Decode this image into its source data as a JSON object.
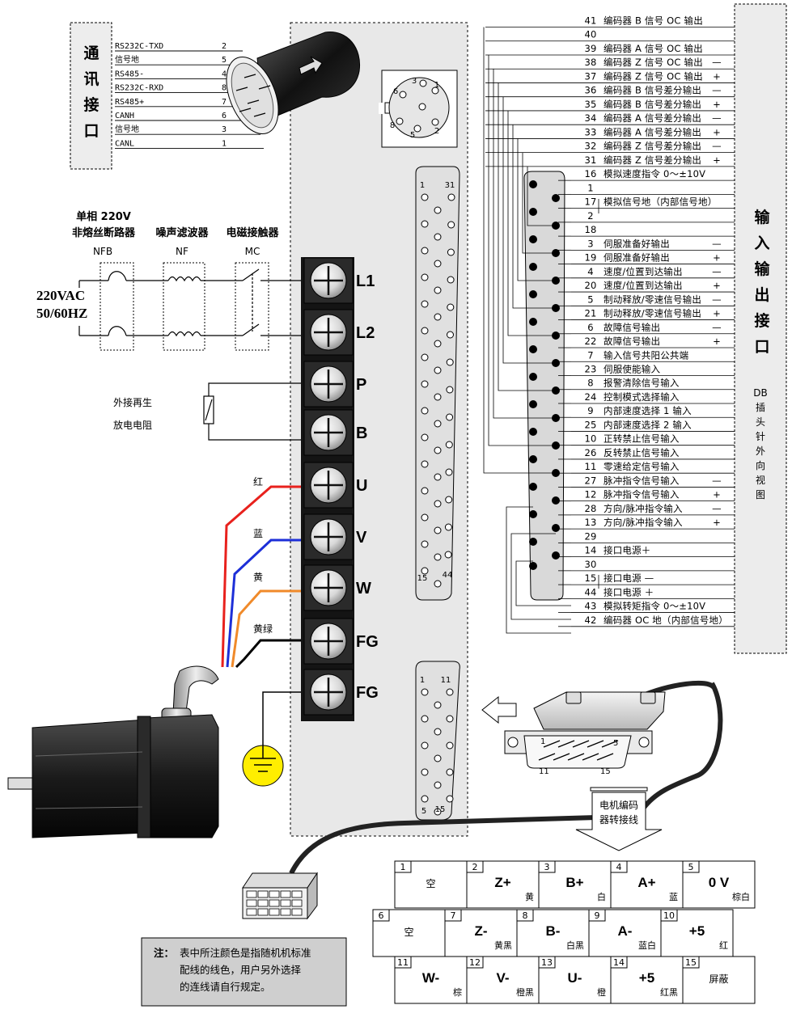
{
  "comm": {
    "title_chars": [
      "通",
      "讯",
      "接",
      "口"
    ],
    "rows": [
      {
        "name": "RS232C-TXD",
        "pin": "2"
      },
      {
        "name": "信号地",
        "pin": "5"
      },
      {
        "name": "RS485-",
        "pin": "4"
      },
      {
        "name": "RS232C-RXD",
        "pin": "8"
      },
      {
        "name": "RS485+",
        "pin": "7"
      },
      {
        "name": "CANH",
        "pin": "6"
      },
      {
        "name": "信号地",
        "pin": "3"
      },
      {
        "name": "CANL",
        "pin": "1"
      }
    ],
    "din_pins": [
      "3",
      "1",
      "6",
      "8",
      "5",
      "2"
    ]
  },
  "power": {
    "header1": "单相 220V",
    "header2a": "非熔丝断路器",
    "header2b": "噪声滤波器",
    "header2c": "电磁接触器",
    "nfb": "NFB",
    "nf": "NF",
    "mc": "MC",
    "vac1": "220VAC",
    "vac2": "50/60HZ",
    "resistor1": "外接再生",
    "resistor2": "放电电阻"
  },
  "terminals": [
    "L1",
    "L2",
    "P",
    "B",
    "U",
    "V",
    "W",
    "FG",
    "FG"
  ],
  "wires": {
    "red": "红",
    "blue": "蓝",
    "yellow": "黄",
    "yg": "黄绿",
    "c_red": "#e8211d",
    "c_blue": "#1d2fd8",
    "c_orange": "#f08a2a",
    "c_black": "#000000"
  },
  "db44": {
    "top_left": "1",
    "top_right": "31",
    "bot_left": "15",
    "bot_right": "44"
  },
  "db15": {
    "top_left": "1",
    "top_right": "11",
    "bot_left": "5",
    "bot_right": "15"
  },
  "plug": {
    "p1": "1",
    "p5": "5",
    "p11": "11",
    "p15": "15"
  },
  "io": {
    "title_chars": [
      "输",
      "入",
      "输",
      "出",
      "接",
      "口"
    ],
    "sub_chars": [
      "DB",
      "插",
      "头",
      "针",
      "外",
      "向",
      "视",
      "图"
    ],
    "rows": [
      {
        "pin": "41",
        "label": "编码器 B 信号 OC 输出",
        "sign": ""
      },
      {
        "pin": "40",
        "label": "",
        "sign": ""
      },
      {
        "pin": "39",
        "label": "编码器 A 信号 OC 输出",
        "sign": ""
      },
      {
        "pin": "38",
        "label": "编码器 Z 信号 OC 输出",
        "sign": "—"
      },
      {
        "pin": "37",
        "label": "编码器 Z 信号 OC 输出",
        "sign": "+"
      },
      {
        "pin": "36",
        "label": "编码器 B 信号差分输出",
        "sign": "—"
      },
      {
        "pin": "35",
        "label": "编码器 B 信号差分输出",
        "sign": "+"
      },
      {
        "pin": "34",
        "label": "编码器 A 信号差分输出",
        "sign": "—"
      },
      {
        "pin": "33",
        "label": "编码器 A 信号差分输出",
        "sign": "+"
      },
      {
        "pin": "32",
        "label": "编码器 Z 信号差分输出",
        "sign": "—"
      },
      {
        "pin": "31",
        "label": "编码器 Z 信号差分输出",
        "sign": "+"
      },
      {
        "pin": "16",
        "label": "模拟速度指令 0～±10V",
        "sign": ""
      },
      {
        "pin": "1",
        "label": "",
        "sign": ""
      },
      {
        "pin": "17",
        "label": "模拟信号地（内部信号地）",
        "sign": ""
      },
      {
        "pin": "2",
        "label": "",
        "sign": ""
      },
      {
        "pin": "18",
        "label": "",
        "sign": ""
      },
      {
        "pin": "3",
        "label": "伺服准备好输出",
        "sign": "—"
      },
      {
        "pin": "19",
        "label": "伺服准备好输出",
        "sign": "+"
      },
      {
        "pin": "4",
        "label": "速度/位置到达输出",
        "sign": "—"
      },
      {
        "pin": "20",
        "label": "速度/位置到达输出",
        "sign": "+"
      },
      {
        "pin": "5",
        "label": "制动释放/零速信号输出",
        "sign": "—"
      },
      {
        "pin": "21",
        "label": "制动释放/零速信号输出",
        "sign": "+"
      },
      {
        "pin": "6",
        "label": "故障信号输出",
        "sign": "—"
      },
      {
        "pin": "22",
        "label": "故障信号输出",
        "sign": "+"
      },
      {
        "pin": "7",
        "label": "输入信号共阳公共端",
        "sign": ""
      },
      {
        "pin": "23",
        "label": "伺服使能输入",
        "sign": ""
      },
      {
        "pin": "8",
        "label": "报警清除信号输入",
        "sign": ""
      },
      {
        "pin": "24",
        "label": "控制模式选择输入",
        "sign": ""
      },
      {
        "pin": "9",
        "label": "内部速度选择 1 输入",
        "sign": ""
      },
      {
        "pin": "25",
        "label": "内部速度选择 2 输入",
        "sign": ""
      },
      {
        "pin": "10",
        "label": "正转禁止信号输入",
        "sign": ""
      },
      {
        "pin": "26",
        "label": "反转禁止信号输入",
        "sign": ""
      },
      {
        "pin": "11",
        "label": "零速给定信号输入",
        "sign": ""
      },
      {
        "pin": "27",
        "label": "脉冲指令信号输入",
        "sign": "—"
      },
      {
        "pin": "12",
        "label": "脉冲指令信号输入",
        "sign": "+"
      },
      {
        "pin": "28",
        "label": "方向/脉冲指令输入",
        "sign": "—"
      },
      {
        "pin": "13",
        "label": "方向/脉冲指令输入",
        "sign": "+"
      },
      {
        "pin": "29",
        "label": "",
        "sign": ""
      },
      {
        "pin": "14",
        "label": "接口电源＋",
        "sign": ""
      },
      {
        "pin": "30",
        "label": "",
        "sign": ""
      },
      {
        "pin": "15",
        "label": "接口电源 —",
        "sign": ""
      },
      {
        "pin": "44",
        "label": "接口电源 ＋",
        "sign": ""
      },
      {
        "pin": "43",
        "label": "模拟转矩指令 0～±10V",
        "sign": ""
      },
      {
        "pin": "42",
        "label": "编码器 OC 地（内部信号地）",
        "sign": ""
      }
    ]
  },
  "encoder_label": [
    "电机编码",
    "器转接线"
  ],
  "enc_table": {
    "rows": [
      [
        {
          "n": "1",
          "s": "空",
          "c": ""
        },
        {
          "n": "2",
          "s": "Z+",
          "c": "黄"
        },
        {
          "n": "3",
          "s": "B+",
          "c": "白"
        },
        {
          "n": "4",
          "s": "A+",
          "c": "蓝"
        },
        {
          "n": "5",
          "s": "0 V",
          "c": "棕白"
        }
      ],
      [
        {
          "n": "6",
          "s": "空",
          "c": ""
        },
        {
          "n": "7",
          "s": "Z-",
          "c": "黄黑"
        },
        {
          "n": "8",
          "s": "B-",
          "c": "白黑"
        },
        {
          "n": "9",
          "s": "A-",
          "c": "蓝白"
        },
        {
          "n": "10",
          "s": "+5",
          "c": "红"
        }
      ],
      [
        {
          "n": "11",
          "s": "W-",
          "c": "棕"
        },
        {
          "n": "12",
          "s": "V-",
          "c": "橙黑"
        },
        {
          "n": "13",
          "s": "U-",
          "c": "橙"
        },
        {
          "n": "14",
          "s": "+5",
          "c": "红黑"
        },
        {
          "n": "15",
          "s": "屏蔽",
          "c": ""
        }
      ]
    ]
  },
  "note": {
    "prefix": "注：",
    "line1": "表中所注颜色是指随机机标准",
    "line2": "配线的线色，用户另外选择",
    "line3": "的连线请自行规定。"
  }
}
